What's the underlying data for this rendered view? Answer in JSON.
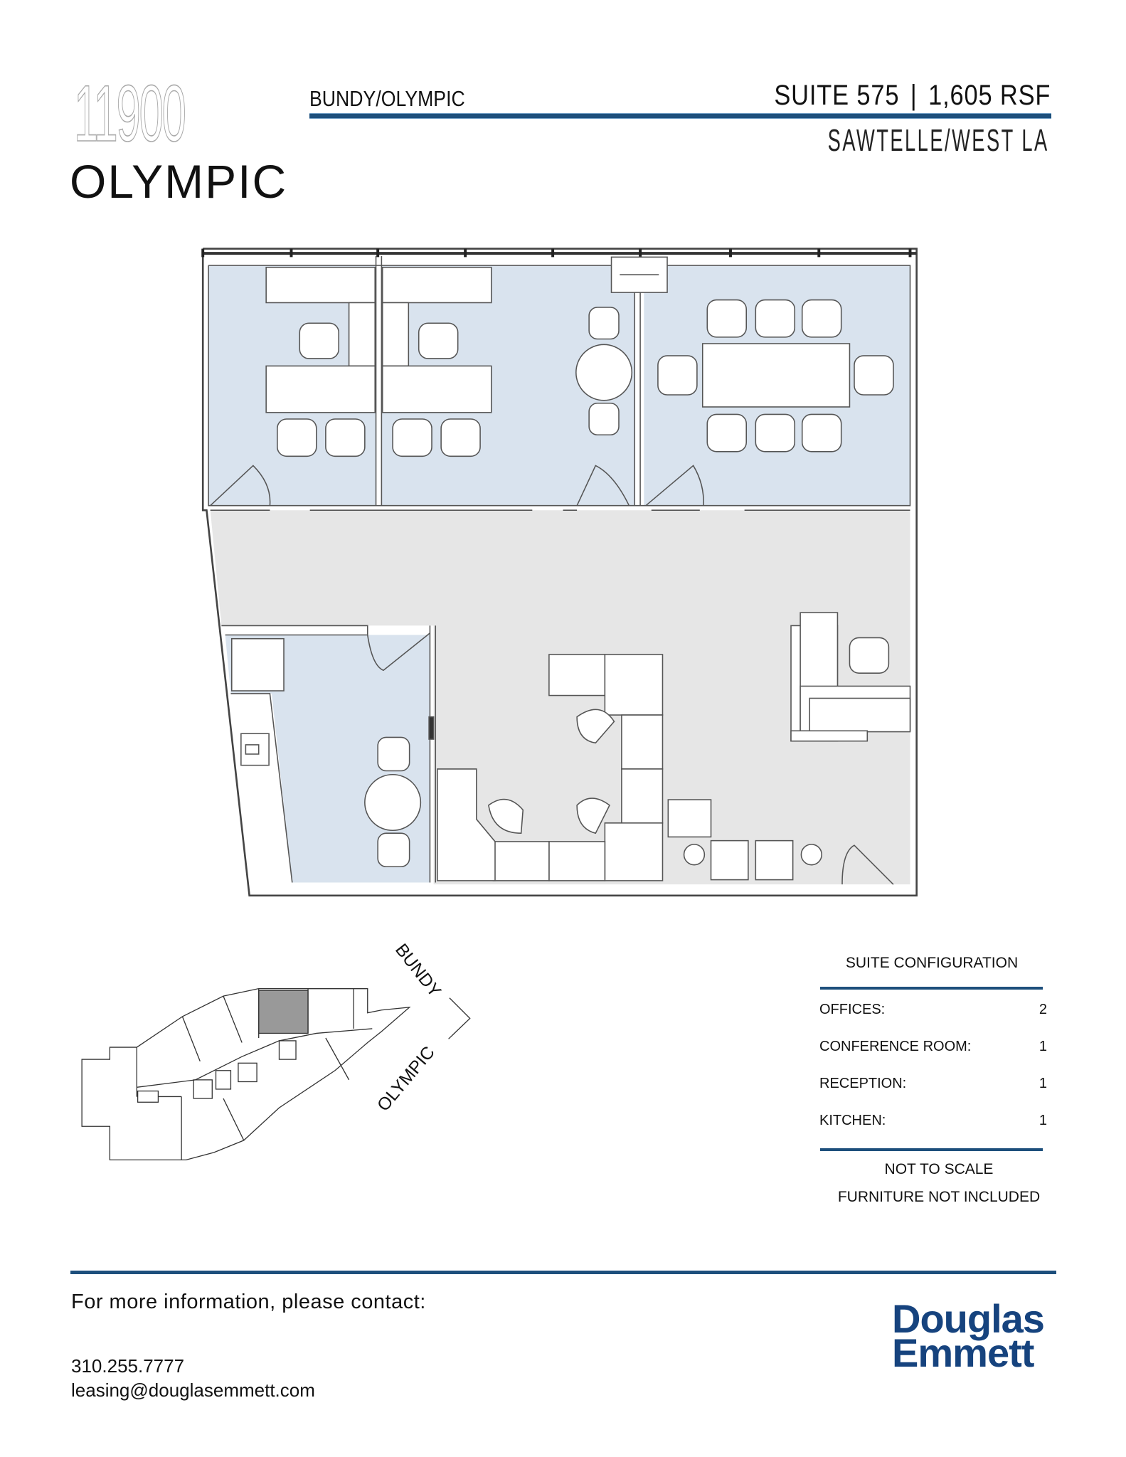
{
  "header": {
    "building_number": "11900",
    "building_name": "OLYMPIC",
    "street": "BUNDY/OLYMPIC",
    "suite": "SUITE 575",
    "separator": "|",
    "rsf": "1,605 RSF",
    "submarket": "SAWTELLE/WEST LA"
  },
  "site_map": {
    "street_1": "BUNDY",
    "street_2": "OLYMPIC"
  },
  "suite_configuration": {
    "title": "SUITE CONFIGURATION",
    "rows": [
      {
        "label": "OFFICES:",
        "value": "2"
      },
      {
        "label": "CONFERENCE ROOM:",
        "value": "1"
      },
      {
        "label": "RECEPTION:",
        "value": "1"
      },
      {
        "label": "KITCHEN:",
        "value": "1"
      }
    ],
    "note_1": "NOT TO SCALE",
    "note_2": "FURNITURE NOT INCLUDED"
  },
  "footer": {
    "contact_heading": "For more information, please contact:",
    "phone": "310.255.7777",
    "email": "leasing@douglasemmett.com",
    "logo_line_1": "Douglas",
    "logo_line_2": "Emmett"
  },
  "colors": {
    "accent": "#1d4f7c",
    "room_fill": "#d9e3ee",
    "common_fill": "#e6e6e6",
    "logo": "#16437e"
  }
}
